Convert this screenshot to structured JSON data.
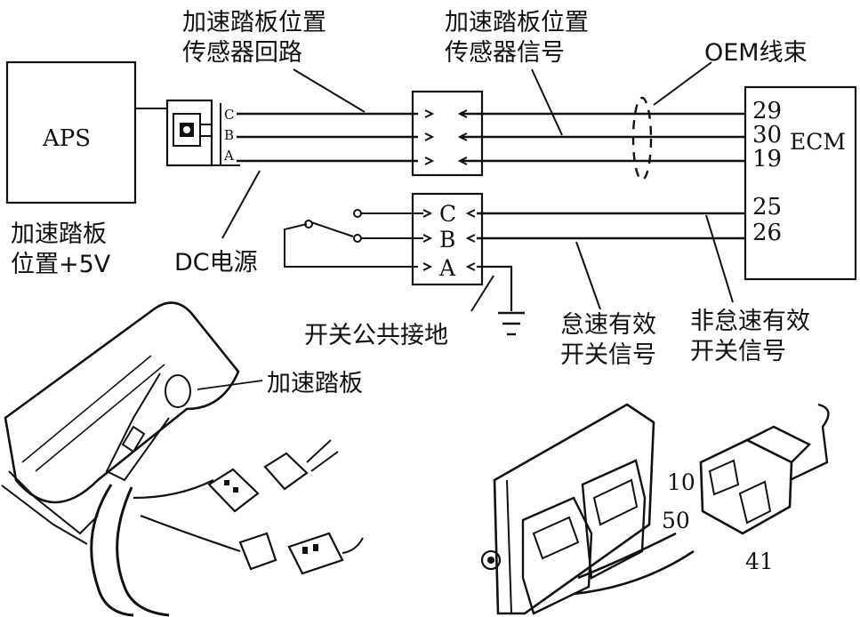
{
  "labels": {
    "aps_block": "APS",
    "aps_voltage_line1": "加速踏板",
    "aps_voltage_line2": "位置+5V",
    "sensor_loop_line1": "加速踏板位置",
    "sensor_loop_line2": "传感器回路",
    "sensor_signal_line1": "加速踏板位置",
    "sensor_signal_line2": "传感器信号",
    "oem_harness": "OEM线束",
    "ecm": "ECM",
    "dc_power": "DC电源",
    "switch_ground": "开关公共接地",
    "idle_valid_line1": "怠速有效",
    "idle_valid_line2": "开关信号",
    "non_idle_valid_line1": "非怠速有效",
    "non_idle_valid_line2": "开关信号",
    "accel_pedal": "加速踏板"
  },
  "aps_connector_pins": [
    "C",
    "B",
    "A"
  ],
  "switch_connector_pins": [
    "C",
    "B",
    "A"
  ],
  "ecm_pins": [
    "29",
    "30",
    "19",
    "25",
    "26"
  ],
  "ecm_connector_labels": [
    "10",
    "50",
    "41"
  ],
  "colors": {
    "line": "#111111",
    "background": "#ffffff"
  }
}
